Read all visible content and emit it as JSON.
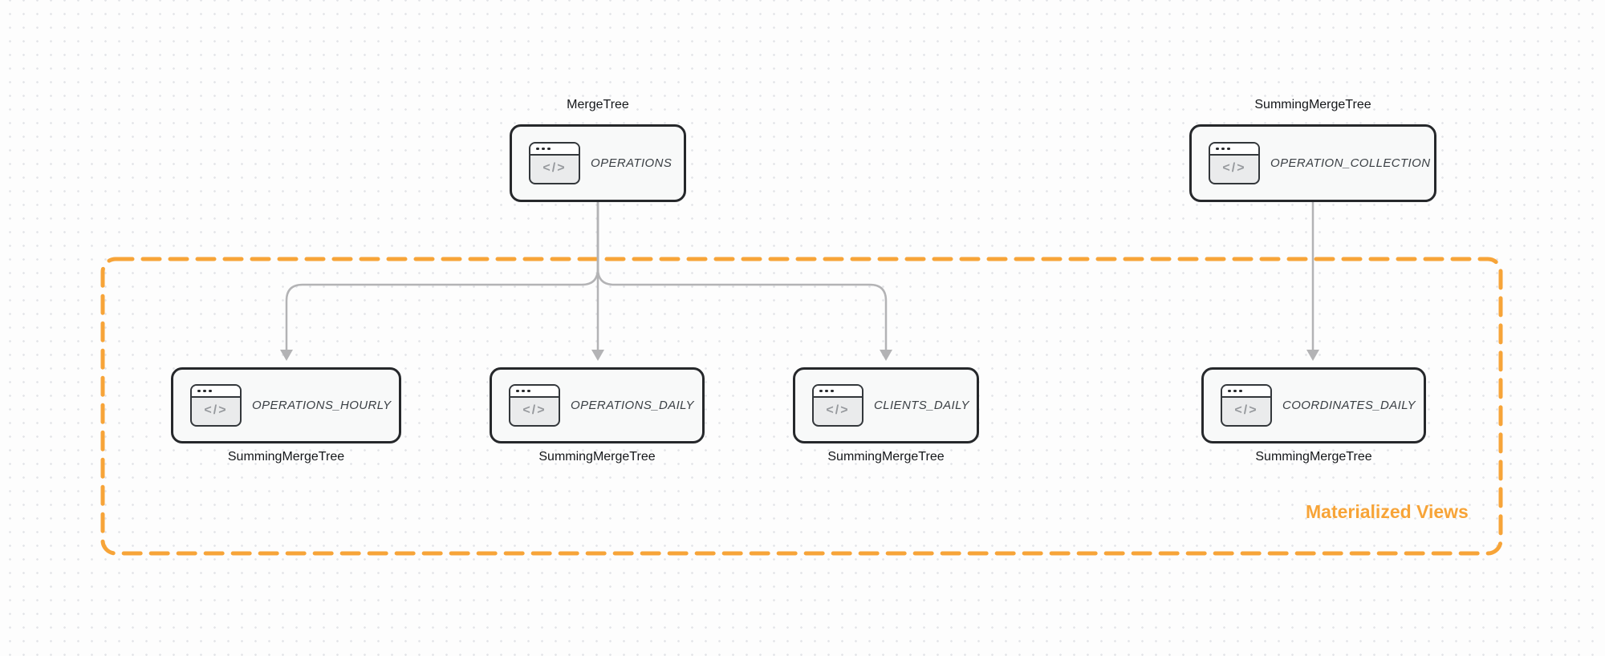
{
  "diagram": {
    "type": "database-table-flow-diagram",
    "icon_glyph": "</>",
    "colors": {
      "group_accent": "#f7a438",
      "edge_gray": "#b3b3b5",
      "node_border": "#26282b",
      "node_fill": "#f8f9f9",
      "background_dot": "#e3e4e8"
    },
    "group": {
      "label": "Materialized Views"
    },
    "nodes": [
      {
        "title": "OPERATIONS",
        "engine": "MergeTree",
        "engine_position": "above"
      },
      {
        "title": "OPERATION_COLLECTION",
        "engine": "SummingMergeTree",
        "engine_position": "above"
      },
      {
        "title": "OPERATIONS_HOURLY",
        "engine": "SummingMergeTree",
        "engine_position": "below"
      },
      {
        "title": "OPERATIONS_DAILY",
        "engine": "SummingMergeTree",
        "engine_position": "below"
      },
      {
        "title": "CLIENTS_DAILY",
        "engine": "SummingMergeTree",
        "engine_position": "below"
      },
      {
        "title": "COORDINATES_DAILY",
        "engine": "SummingMergeTree",
        "engine_position": "below"
      }
    ],
    "edges": [
      {
        "from": "OPERATIONS",
        "to": "OPERATIONS_HOURLY"
      },
      {
        "from": "OPERATIONS",
        "to": "OPERATIONS_DAILY"
      },
      {
        "from": "OPERATIONS",
        "to": "CLIENTS_DAILY"
      },
      {
        "from": "OPERATION_COLLECTION",
        "to": "COORDINATES_DAILY"
      }
    ]
  }
}
